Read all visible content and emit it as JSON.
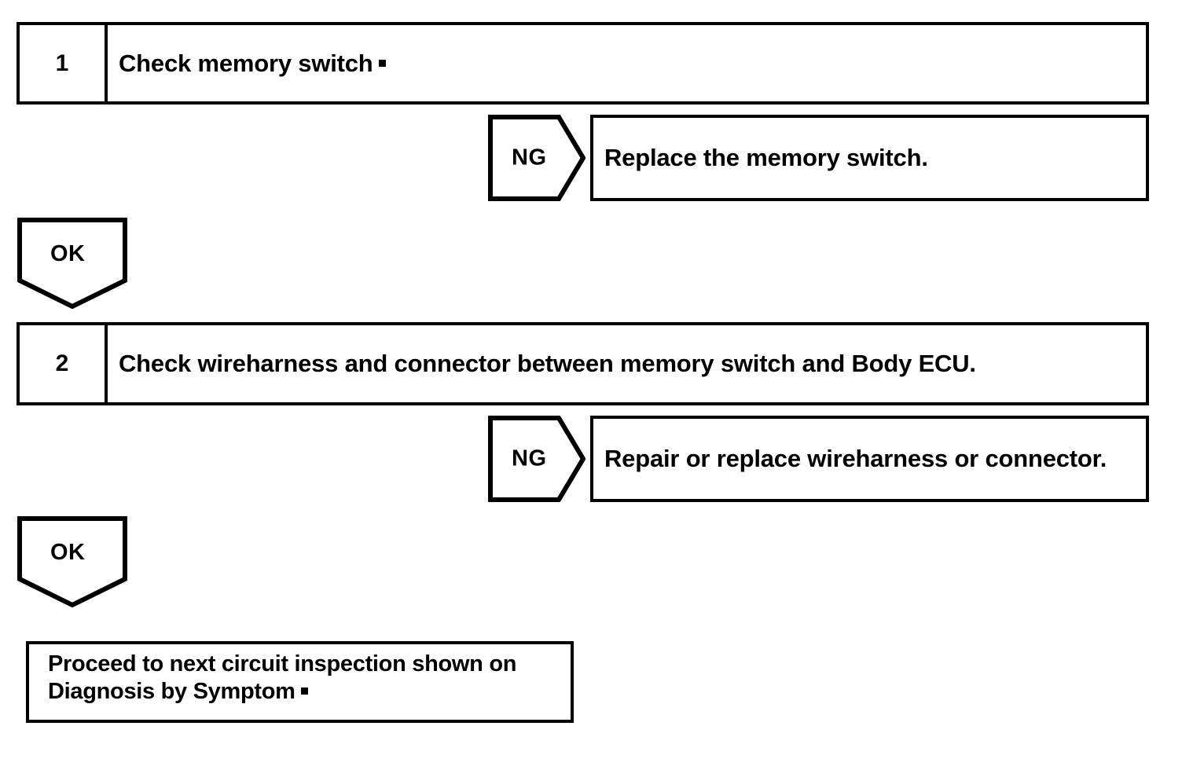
{
  "document": {
    "type": "troubleshooting-flowchart",
    "title": "Memory switch circuit inspection flow",
    "background_color": "#ffffff",
    "line_color": "#000000"
  },
  "steps": [
    {
      "number": "1",
      "text": "Check memory switch",
      "terminator": "raised-dot",
      "ng": {
        "label": "NG",
        "result": "Replace the memory switch."
      },
      "ok": {
        "label": "OK"
      }
    },
    {
      "number": "2",
      "text": "Check wireharness and connector between memory switch and Body ECU.",
      "terminator": "none",
      "ng": {
        "label": "NG",
        "result": "Repair or replace wireharness or connector."
      },
      "ok": {
        "label": "OK"
      }
    }
  ],
  "final": {
    "line1": "Proceed to next circuit inspection shown on",
    "line2": "Diagnosis by Symptom",
    "terminator": "raised-dot"
  }
}
